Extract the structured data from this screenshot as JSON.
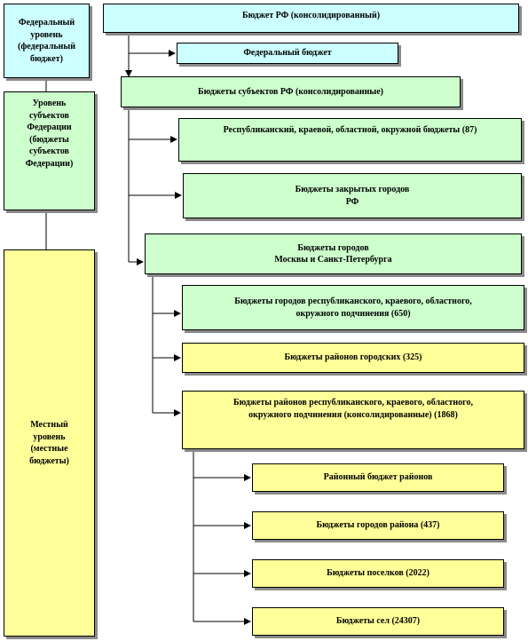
{
  "levels": {
    "federal": "Федеральный\nуровень\n(федеральный\nбюджет)",
    "regional": "Уровень\nсубъектов\nФедерации\n(бюджеты\nсубъектов\nФедерации)",
    "local": "Местный\nуровень\n(местные\nбюджеты)"
  },
  "nodes": {
    "consolidated_rf": "Бюджет РФ (консолидированный)",
    "federal_budget": "Федеральный бюджет",
    "subjects_consolidated": "Бюджеты субъектов РФ (консолидированные)",
    "republican_budgets": "Республиканский, краевой, областной, окружной бюджеты (87)",
    "closed_cities": "Бюджеты закрытых городов\nРФ",
    "moscow_spb": "Бюджеты городов\nМосквы и Санкт-Петербурга",
    "city_subordination": "Бюджеты городов республиканского, краевого, областного,\nокружного подчинения (650)",
    "city_districts": "Бюджеты районов городских (325)",
    "district_budgets": "Бюджеты районов республиканского, краевого, областного,\nокружного подчинения (консолидированные) (1868)",
    "district_budget_own": "Районный бюджет районов",
    "district_towns": "Бюджеты городов района (437)",
    "settlements": "Бюджеты поселков (2022)",
    "villages": "Бюджеты сел (24307)"
  },
  "colors": {
    "federal": "#ccffff",
    "regional": "#ccffcc",
    "local": "#ffff99"
  }
}
